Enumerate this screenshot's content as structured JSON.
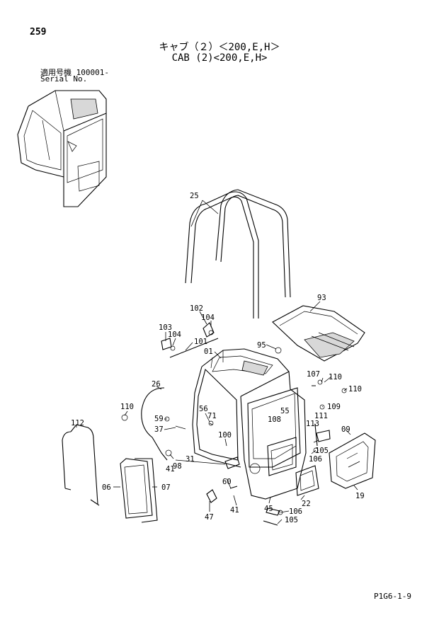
{
  "header": {
    "page_number": "259",
    "title_jp": "キャブ（２）＜200,E,H＞",
    "title_en": "CAB (2)<200,E,H>",
    "serial_jp": "適用号機  100001-",
    "serial_en": "Serial No."
  },
  "footer": {
    "code": "P1G6-1-9"
  },
  "callouts": [
    {
      "id": "p25",
      "text": "25"
    },
    {
      "id": "p93",
      "text": "93"
    },
    {
      "id": "p102",
      "text": "102"
    },
    {
      "id": "p103",
      "text": "103"
    },
    {
      "id": "p104a",
      "text": "104"
    },
    {
      "id": "p104b",
      "text": "104"
    },
    {
      "id": "p101",
      "text": "101"
    },
    {
      "id": "p95",
      "text": "95"
    },
    {
      "id": "p01",
      "text": "01"
    },
    {
      "id": "p26",
      "text": "26"
    },
    {
      "id": "p107",
      "text": "107"
    },
    {
      "id": "p110a",
      "text": "110"
    },
    {
      "id": "p110b",
      "text": "110"
    },
    {
      "id": "p110c",
      "text": "110"
    },
    {
      "id": "p56",
      "text": "56"
    },
    {
      "id": "p71",
      "text": "71"
    },
    {
      "id": "p59",
      "text": "59"
    },
    {
      "id": "p37",
      "text": "37"
    },
    {
      "id": "p55",
      "text": "55"
    },
    {
      "id": "p108",
      "text": "108"
    },
    {
      "id": "p109",
      "text": "109"
    },
    {
      "id": "p111",
      "text": "111"
    },
    {
      "id": "p113",
      "text": "113"
    },
    {
      "id": "p112",
      "text": "112"
    },
    {
      "id": "p100",
      "text": "100"
    },
    {
      "id": "p09",
      "text": "09"
    },
    {
      "id": "p105a",
      "text": "105"
    },
    {
      "id": "p106a",
      "text": "106"
    },
    {
      "id": "p98",
      "text": "98"
    },
    {
      "id": "p41a",
      "text": "41"
    },
    {
      "id": "p31",
      "text": "31"
    },
    {
      "id": "p06",
      "text": "06"
    },
    {
      "id": "p07",
      "text": "07"
    },
    {
      "id": "p60",
      "text": "60"
    },
    {
      "id": "p22",
      "text": "22"
    },
    {
      "id": "p19",
      "text": "19"
    },
    {
      "id": "p47",
      "text": "47"
    },
    {
      "id": "p41b",
      "text": "41"
    },
    {
      "id": "p45",
      "text": "45"
    },
    {
      "id": "p106b",
      "text": "106"
    },
    {
      "id": "p105b",
      "text": "105"
    }
  ]
}
